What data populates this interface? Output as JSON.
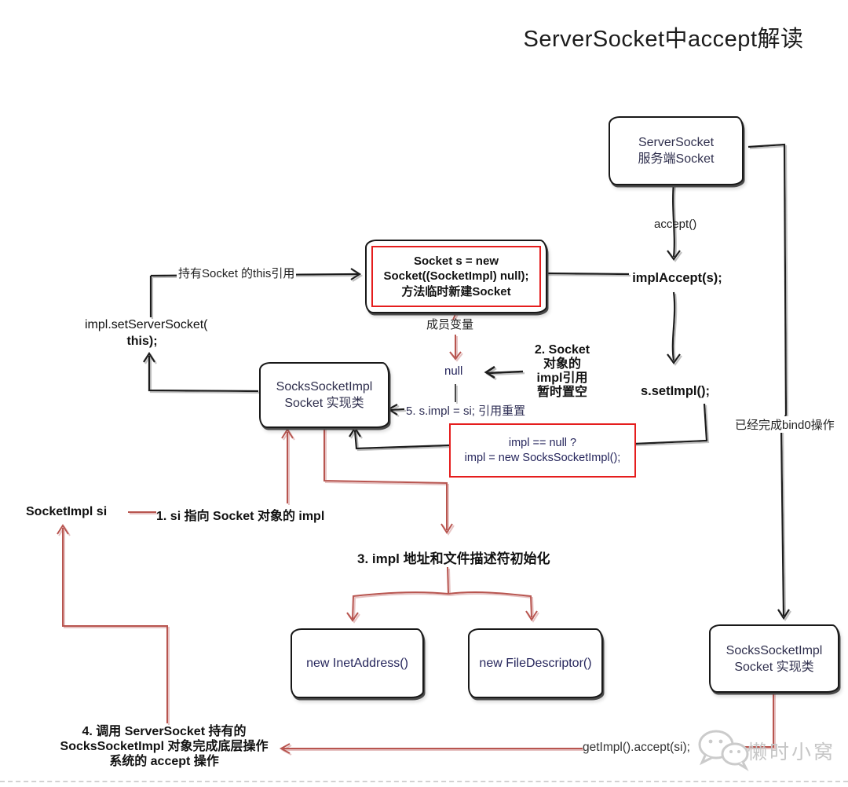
{
  "title": "ServerSocket中accept解读",
  "colors": {
    "ink": "#181818",
    "sketch_red": "#b85450",
    "red_box_border": "#e51d1d",
    "code_navy": "#26265c",
    "watermark_gray": "#c6c6c6"
  },
  "boxes": {
    "server_socket": {
      "line1": "ServerSocket",
      "line2": "服务端Socket"
    },
    "socket_new": {
      "line1": "Socket s = new",
      "line2": "Socket((SocketImpl) null);",
      "line3": "方法临时新建Socket"
    },
    "socks_impl_left": {
      "line1": "SocksSocketImpl",
      "line2": "Socket 实现类"
    },
    "null_check": {
      "line1": "impl == null ?",
      "line2": "impl = new SocksSocketImpl();"
    },
    "inet_address": {
      "label": "new InetAddress()"
    },
    "file_descriptor": {
      "label": "new FileDescriptor()"
    },
    "socks_impl_right": {
      "line1": "SocksSocketImpl",
      "line2": "Socket 实现类"
    }
  },
  "labels": {
    "accept_call": "accept()",
    "impl_accept": "implAccept(s);",
    "set_impl": "s.setImpl();",
    "this_ref_line": "持有Socket 的this引用",
    "set_server_socket_l1": "impl.setServerSocket(",
    "set_server_socket_l2": "this);",
    "member_var": "成员变量",
    "null_value": "null",
    "reset_ref": "5. s.impl = si; 引用重置",
    "bind0_done": "已经完成bind0操作",
    "socket_impl_si": "SocketImpl si",
    "get_impl_accept": "getImpl().accept(si);"
  },
  "annotations": {
    "note2": {
      "line1": "2. Socket",
      "line2": "对象的",
      "line3": "impl引用",
      "line4": "暂时置空"
    },
    "note1": "1. si 指向 Socket 对象的 impl",
    "note3": "3. impl 地址和文件描述符初始化",
    "note4": {
      "line1": "4. 调用 ServerSocket 持有的",
      "line2": "SocksSocketImpl 对象完成底层操作",
      "line3": "系统的 accept 操作"
    }
  },
  "watermark": {
    "name": "懒时小窝",
    "logo": "wechat-bubbles-icon"
  }
}
